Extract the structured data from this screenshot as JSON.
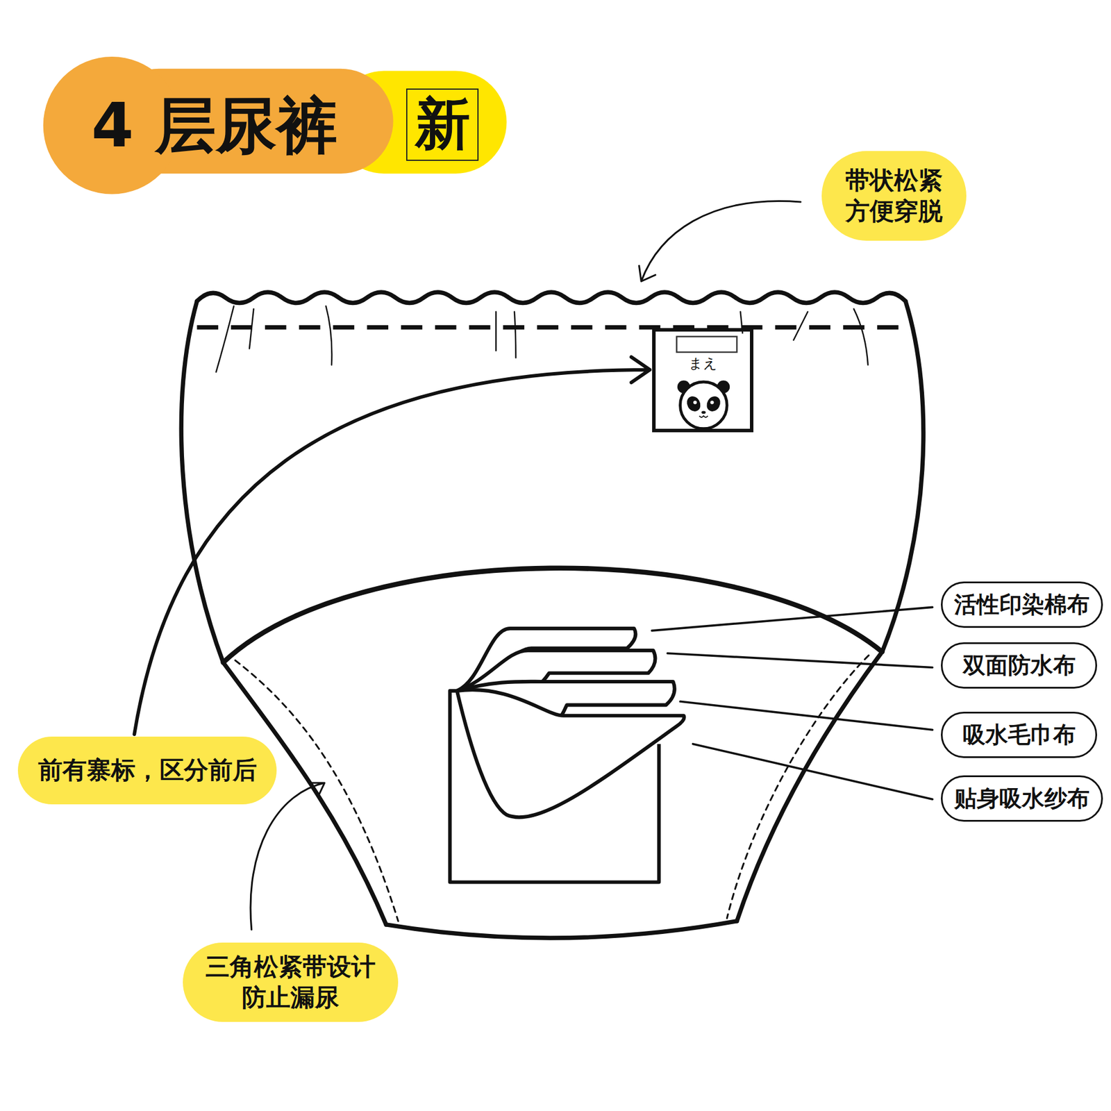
{
  "diagram": {
    "title": "4 层尿裤",
    "nodes": [
      {
        "text": [
          "带状松紧 方便穿脱"
        ]
      },
      {
        "text": [
          "まえ"
        ]
      },
      {
        "text": [
          "活性印染棉布"
        ]
      },
      {
        "text": [
          "双面防水布"
        ]
      },
      {
        "text": [
          "吸水毛巾布"
        ]
      },
      {
        "text": [
          "前有寨标，区分前后"
        ]
      },
      {
        "text": [
          "贴身吸水纱布"
        ]
      },
      {
        "text": [
          "三角松紧带设计 防止漏尿"
        ]
      }
    ],
    "edges": [
      {
        "from": 5,
        "to": 1,
        "arrow": "to"
      }
    ],
    "labels": [
      "新"
    ]
  }
}
